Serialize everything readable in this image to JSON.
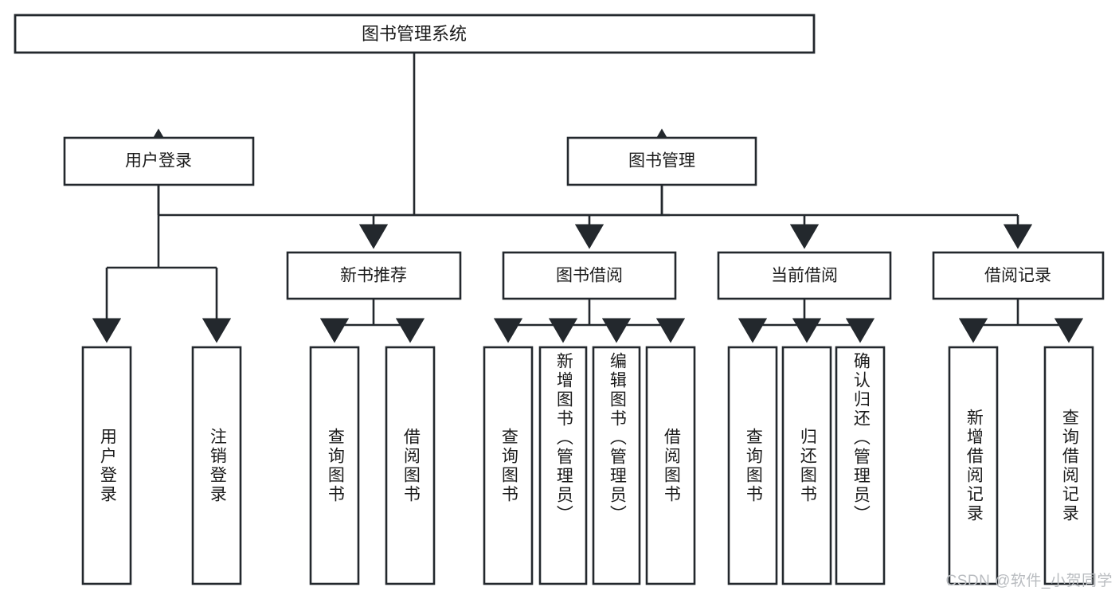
{
  "diagram": {
    "type": "tree-hierarchy-flowchart",
    "title": "图书管理系统",
    "orientation": "top-down",
    "background_color": "#ffffff",
    "line_color": "#23282d",
    "text_color": "#1b1b1b",
    "box_fill": "#ffffff",
    "levels": 4
  },
  "nodes": {
    "root": {
      "label": "图书管理系统"
    },
    "level2": [
      {
        "id": "user-login",
        "label": "用户登录"
      },
      {
        "id": "book-management",
        "label": "图书管理"
      }
    ],
    "level3": [
      {
        "id": "new-book-recommend",
        "label": "新书推荐"
      },
      {
        "id": "book-borrow",
        "label": "图书借阅"
      },
      {
        "id": "current-borrow",
        "label": "当前借阅"
      },
      {
        "id": "borrow-record",
        "label": "借阅记录"
      }
    ],
    "leaves": {
      "user_login": [
        {
          "id": "leaf-user-login",
          "label": "用户登录"
        },
        {
          "id": "leaf-logout-login",
          "label": "注销登录"
        }
      ],
      "new_book_recommend": [
        {
          "id": "leaf-query-book-1",
          "label": "查询图书"
        },
        {
          "id": "leaf-borrow-book-1",
          "label": "借阅图书"
        }
      ],
      "book_borrow": [
        {
          "id": "leaf-query-book-2",
          "label": "查询图书"
        },
        {
          "id": "leaf-add-book-admin",
          "label": "新增图书（管理员）"
        },
        {
          "id": "leaf-edit-book-admin",
          "label": "编辑图书（管理员）"
        },
        {
          "id": "leaf-borrow-book-2",
          "label": "借阅图书"
        }
      ],
      "current_borrow": [
        {
          "id": "leaf-query-book-3",
          "label": "查询图书"
        },
        {
          "id": "leaf-return-book",
          "label": "归还图书"
        },
        {
          "id": "leaf-confirm-return-admin",
          "label": "确认归还（管理员）"
        }
      ],
      "borrow_record": [
        {
          "id": "leaf-add-borrow-record",
          "label": "新增借阅记录"
        },
        {
          "id": "leaf-query-borrow-record",
          "label": "查询借阅记录"
        }
      ]
    }
  },
  "watermark": {
    "text": "CSDN @软件_小贺同学"
  }
}
